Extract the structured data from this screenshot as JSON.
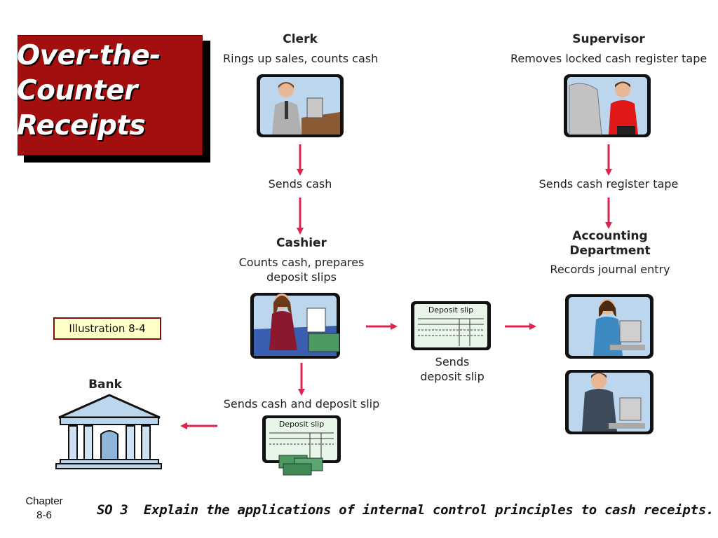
{
  "title": {
    "lines": [
      "Over-the-",
      "Counter",
      "Receipts"
    ]
  },
  "clerk": {
    "heading": "Clerk",
    "description": "Rings up sales, counts cash"
  },
  "supervisor": {
    "heading": "Supervisor",
    "description": "Removes locked cash register tape"
  },
  "sends_cash": "Sends cash",
  "sends_tape": "Sends cash register tape",
  "cashier": {
    "heading": "Cashier",
    "description_lines": [
      "Counts cash, prepares",
      "deposit slips"
    ]
  },
  "accounting": {
    "heading_lines": [
      "Accounting",
      "Department"
    ],
    "description": "Records journal entry"
  },
  "deposit_slip_label": "Deposit slip",
  "sends_deposit_slip": [
    "Sends",
    "deposit slip"
  ],
  "sends_cash_and_slip": "Sends cash and deposit slip",
  "bank": "Bank",
  "illustration": "Illustration 8-4",
  "chapter": {
    "line1": "Chapter",
    "line2": "8-6"
  },
  "footer": "SO 3  Explain the applications of internal control principles to cash receipts.",
  "colors": {
    "title_bg": "#a30f0f",
    "arrow": "#e0234e",
    "illustration_bg": "#ffffc8"
  }
}
